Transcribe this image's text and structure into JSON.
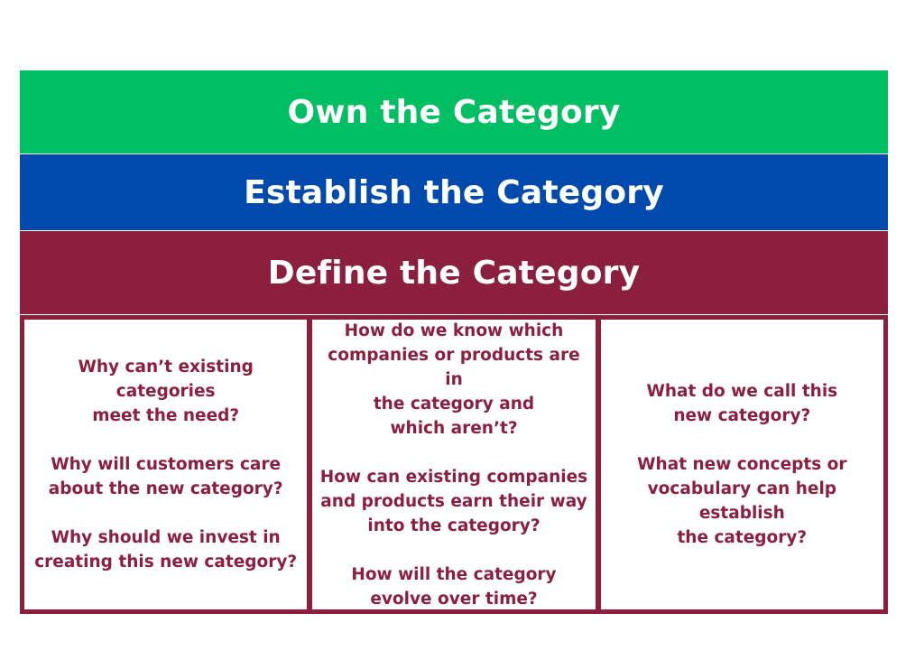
{
  "colors": {
    "own": "#00BF63",
    "establish": "#004AAD",
    "define": "#8B1F3D",
    "question_text": "#8B1F3D",
    "band_text": "#FFFFFF"
  },
  "bands": {
    "own": "Own the Category",
    "establish": "Establish the Category",
    "define": "Define the Category"
  },
  "columns": [
    {
      "questions": [
        "Why can’t existing categories\nmeet the need?",
        "Why will customers care\nabout the new category?",
        "Why should we invest in\ncreating this new category?"
      ]
    },
    {
      "questions": [
        "How do we know which\ncompanies or products are in\nthe category and\nwhich aren’t?",
        "How can existing companies\nand products earn their way\ninto the category?",
        "How will the category\nevolve over time?"
      ]
    },
    {
      "questions": [
        "What do we call this\nnew category?",
        "What new concepts or\nvocabulary can help establish\nthe category?"
      ]
    }
  ]
}
